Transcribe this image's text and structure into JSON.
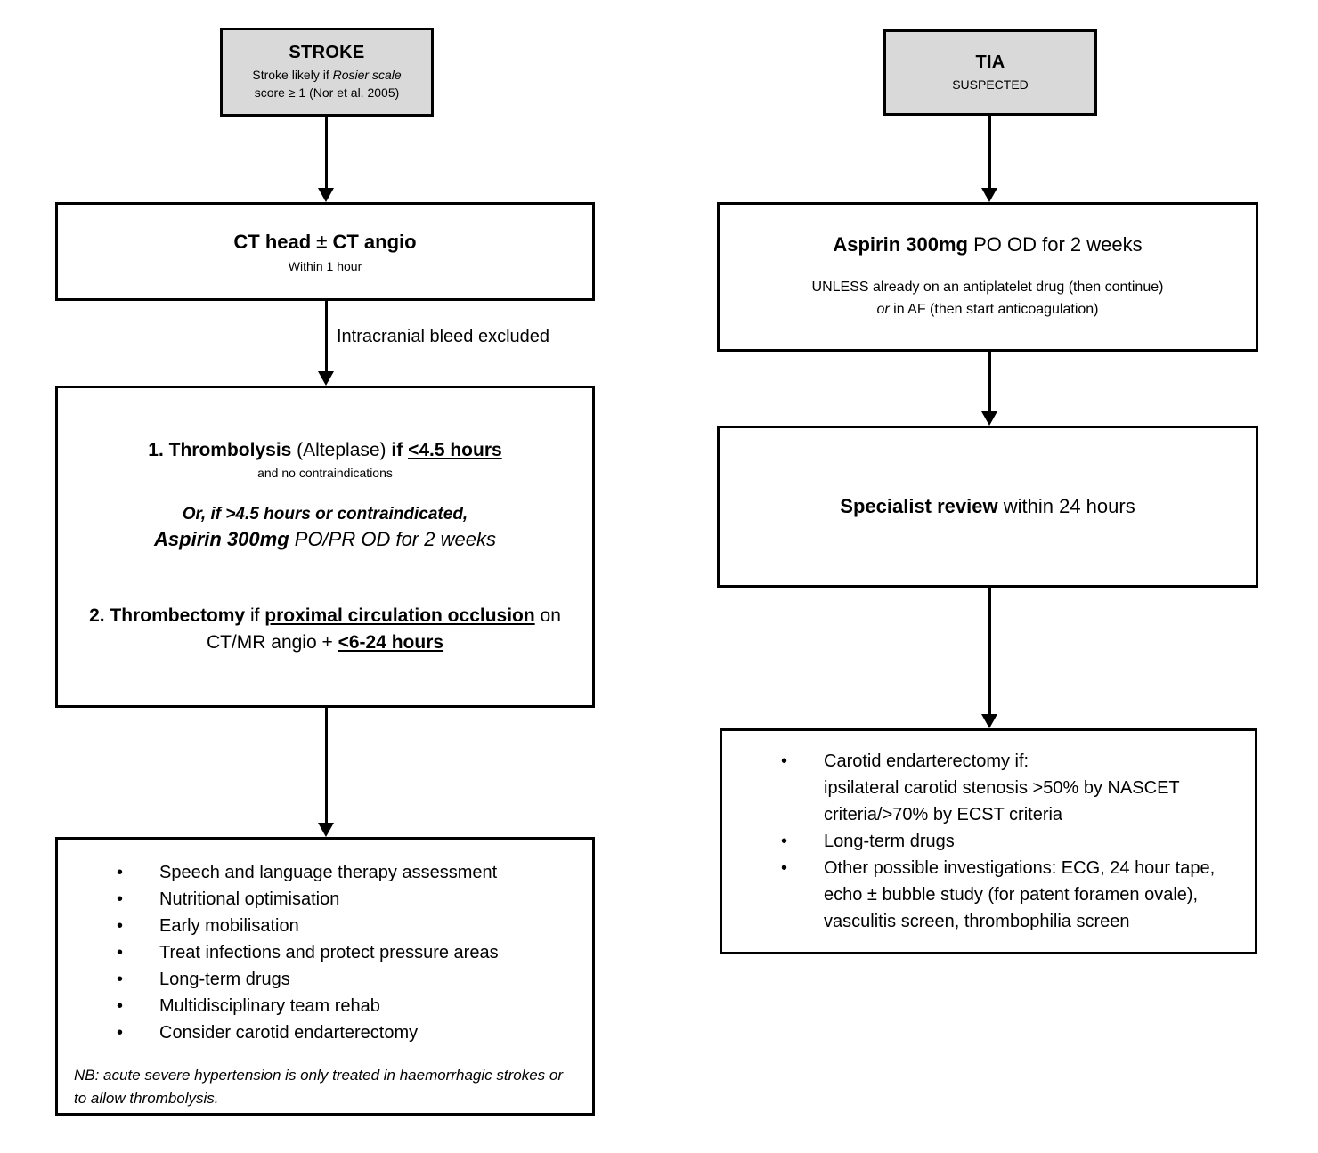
{
  "colors": {
    "header_fill": "#d9d9d9",
    "border": "#000000",
    "canvas_bg": "#ffffff"
  },
  "glyphs": {
    "bullet": "•"
  },
  "stroke_path": {
    "header": {
      "title": "STROKE",
      "subtitle_pre": "Stroke likely if ",
      "subtitle_italic": "Rosier scale",
      "subtitle_line2": "score ≥ 1 (Nor et al. 2005)"
    },
    "ct_box": {
      "title": "CT head ± CT angio",
      "subtitle": "Within 1 hour"
    },
    "arrow_label": "Intracranial bleed excluded",
    "treatment_box": {
      "thrombolysis_bold": "1. Thrombolysis",
      "thrombolysis_drug": " (Alteplase) ",
      "thrombolysis_if": "if ",
      "thrombolysis_window": "<4.5 hours",
      "thrombolysis_caveat": "and no contraindications",
      "alternative_intro": "Or, if >4.5 hours or contraindicated,",
      "alternative_drug": "Aspirin 300mg",
      "alternative_regimen": " PO/PR OD for 2 weeks",
      "thrombectomy_bold": "2. Thrombectomy",
      "thrombectomy_if": " if ",
      "thrombectomy_condition": "proximal circulation occlusion",
      "thrombectomy_on": " on",
      "thrombectomy_line2_pre": "CT/MR angio + ",
      "thrombectomy_window": "<6-24 hours"
    },
    "care_box": {
      "bullets": [
        "Speech and language therapy assessment",
        "Nutritional optimisation",
        "Early mobilisation",
        "Treat infections and protect pressure areas",
        "Long-term drugs",
        "Multidisciplinary team rehab",
        "Consider carotid endarterectomy"
      ],
      "note": "NB: acute severe hypertension is only treated in haemorrhagic strokes or to allow thrombolysis."
    }
  },
  "tia_path": {
    "header": {
      "title": "TIA",
      "subtitle": "SUSPECTED"
    },
    "aspirin_box": {
      "title_bold": "Aspirin 300mg",
      "title_rest": " PO OD for 2 weeks",
      "caveat_line1": "UNLESS already on an antiplatelet drug (then continue)",
      "caveat_line2_italic": "or",
      "caveat_line2_rest": " in AF (then start anticoagulation)"
    },
    "review_box": {
      "title_bold": "Specialist review",
      "title_rest": " within 24 hours"
    },
    "followup_box": {
      "bullets": [
        "Carotid endarterectomy if:\nipsilateral carotid stenosis >50% by NASCET criteria/>70% by ECST criteria",
        "Long-term drugs",
        "Other possible investigations: ECG, 24 hour tape, echo ± bubble study (for patent foramen ovale), vasculitis screen, thrombophilia screen"
      ]
    }
  }
}
